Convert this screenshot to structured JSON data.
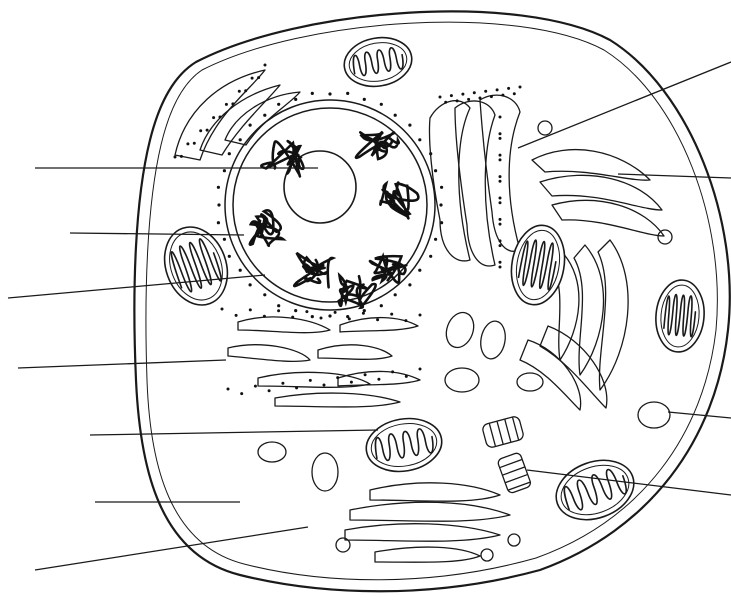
{
  "diagram": {
    "subject": "animal-cell",
    "labels": [],
    "colors": {
      "ink": "#1a1a1a",
      "cytoplasm": "#f4f4f4",
      "nucleus": "#ffffff",
      "chromatin": "#111111",
      "background": "#ffffff"
    },
    "leader_count": 11,
    "organelles": [
      "cell-membrane",
      "cytoplasm",
      "nucleus",
      "nucleolus",
      "chromatin",
      "nuclear-envelope",
      "rough-endoplasmic-reticulum",
      "golgi-apparatus",
      "mitochondrion",
      "ribosome",
      "vesicle",
      "lysosome",
      "centriole"
    ]
  }
}
